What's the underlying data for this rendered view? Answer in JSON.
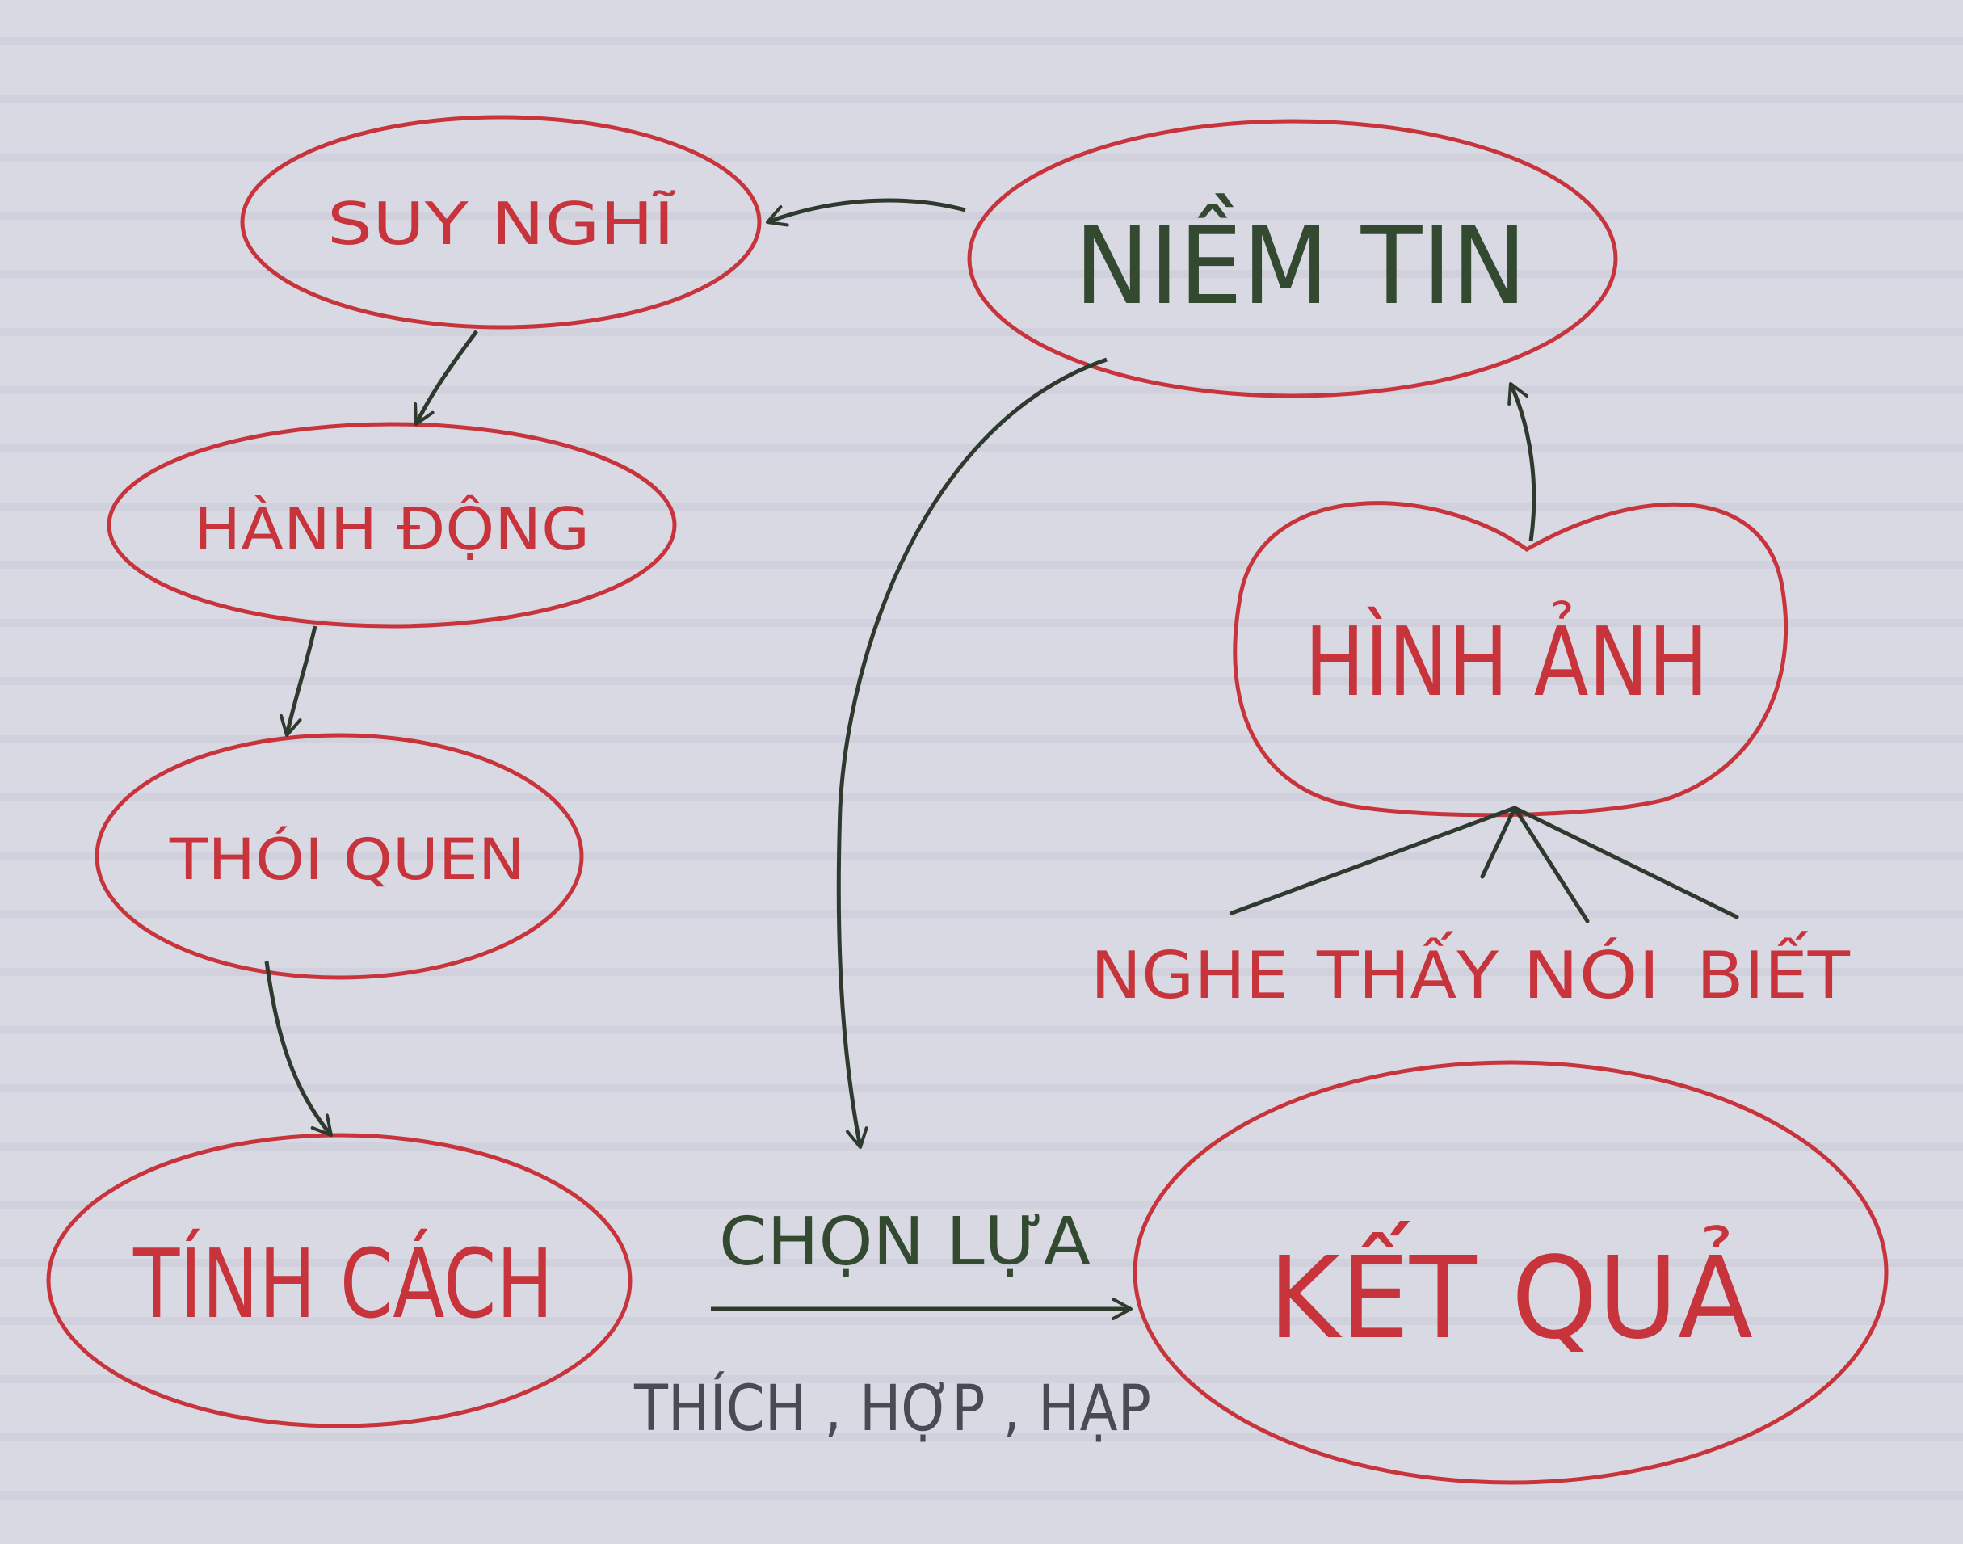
{
  "colors": {
    "paper": "#d8d9e3",
    "red_ink": "#c8343c",
    "dark_ink": "#2e3a2e",
    "green_ink": "#344a30",
    "gray_ink": "#4a4a55"
  },
  "nodes": {
    "suy_nghi": "SUY NGHĨ",
    "hanh_dong": "HÀNH ĐỘNG",
    "thoi_quen": "THÓI QUEN",
    "tinh_cach": "TÍNH CÁCH",
    "niem_tin": "NIỀM TIN",
    "hinh_anh": "HÌNH ẢNH",
    "ket_qua": "KẾT QUẢ"
  },
  "senses": [
    "NGHE",
    "THẤY",
    "NÓI",
    "BIẾT"
  ],
  "edge_labels": {
    "above": "CHỌN LỰA",
    "below": "THÍCH , HỢP , HẠP"
  }
}
